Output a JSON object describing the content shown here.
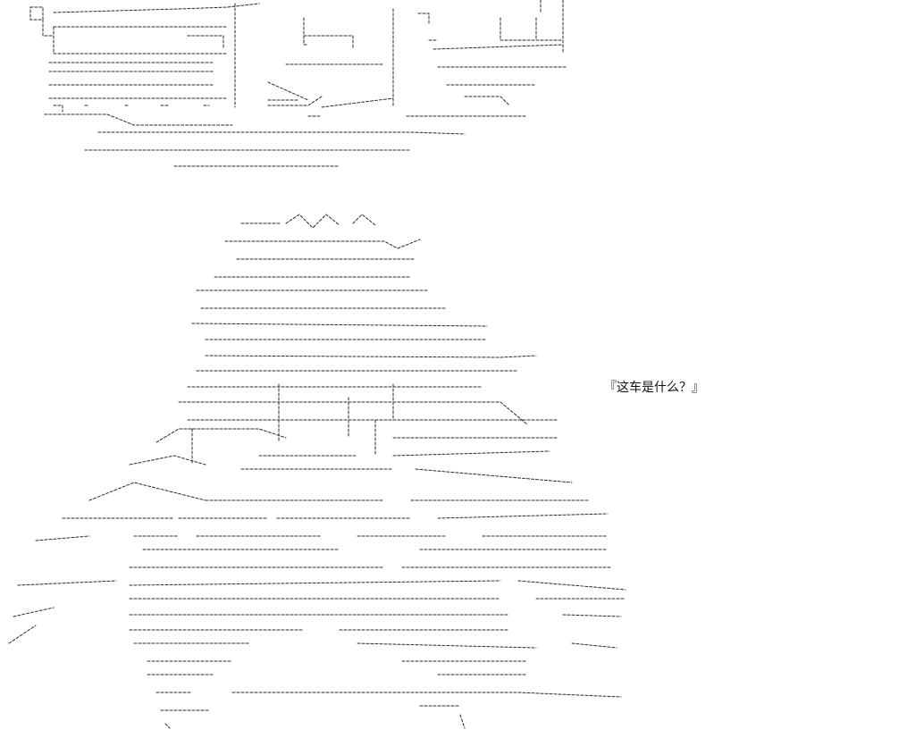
{
  "caption": "『这车是什么？』",
  "colors": {
    "background": "#ffffff",
    "line": "#2a2a2a",
    "text": "#111111"
  },
  "icons": [
    "vehicle-illustration",
    "character-illustration"
  ]
}
